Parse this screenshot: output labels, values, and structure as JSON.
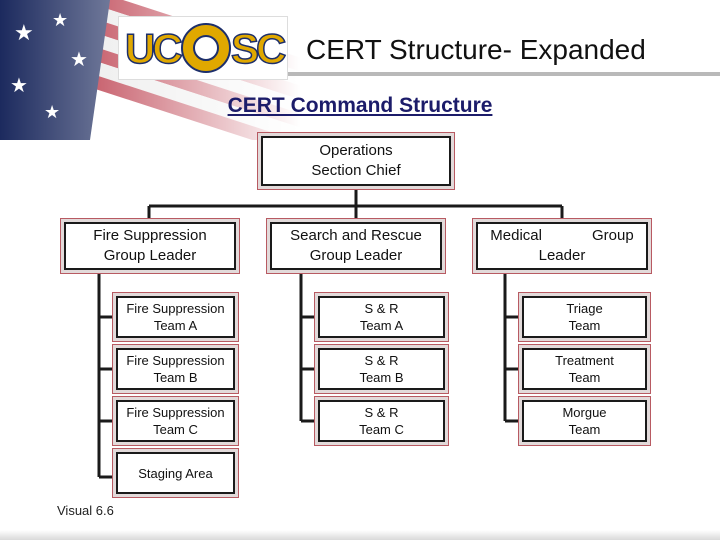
{
  "header": {
    "title": "CERT Structure- Expanded",
    "logo": {
      "left_text": "UC",
      "right_text": "SC"
    }
  },
  "chart": {
    "heading": "CERT Command Structure",
    "root": {
      "line1": "Operations",
      "line2": "Section Chief"
    },
    "groups": [
      {
        "line1": "Fire Suppression",
        "line2": "Group Leader"
      },
      {
        "line1": "Search and Rescue",
        "line2": "Group Leader"
      },
      {
        "line1": "Medical            Group",
        "line2": "Leader"
      }
    ],
    "teams": [
      [
        {
          "line1": "Fire Suppression",
          "line2": "Team A"
        },
        {
          "line1": "Fire Suppression",
          "line2": "Team B"
        },
        {
          "line1": "Fire Suppression",
          "line2": "Team C"
        },
        {
          "line1": "Staging Area",
          "line2": ""
        }
      ],
      [
        {
          "line1": "S & R",
          "line2": "Team A"
        },
        {
          "line1": "S & R",
          "line2": "Team B"
        },
        {
          "line1": "S & R",
          "line2": "Team C"
        }
      ],
      [
        {
          "line1": "Triage",
          "line2": "Team"
        },
        {
          "line1": "Treatment",
          "line2": "Team"
        },
        {
          "line1": "Morgue",
          "line2": "Team"
        }
      ]
    ]
  },
  "footer": {
    "label": "Visual 6.6"
  },
  "colors": {
    "heading": "#1c1c6a",
    "box_outline": "#b85a62",
    "connector": "#1a1a1a"
  }
}
